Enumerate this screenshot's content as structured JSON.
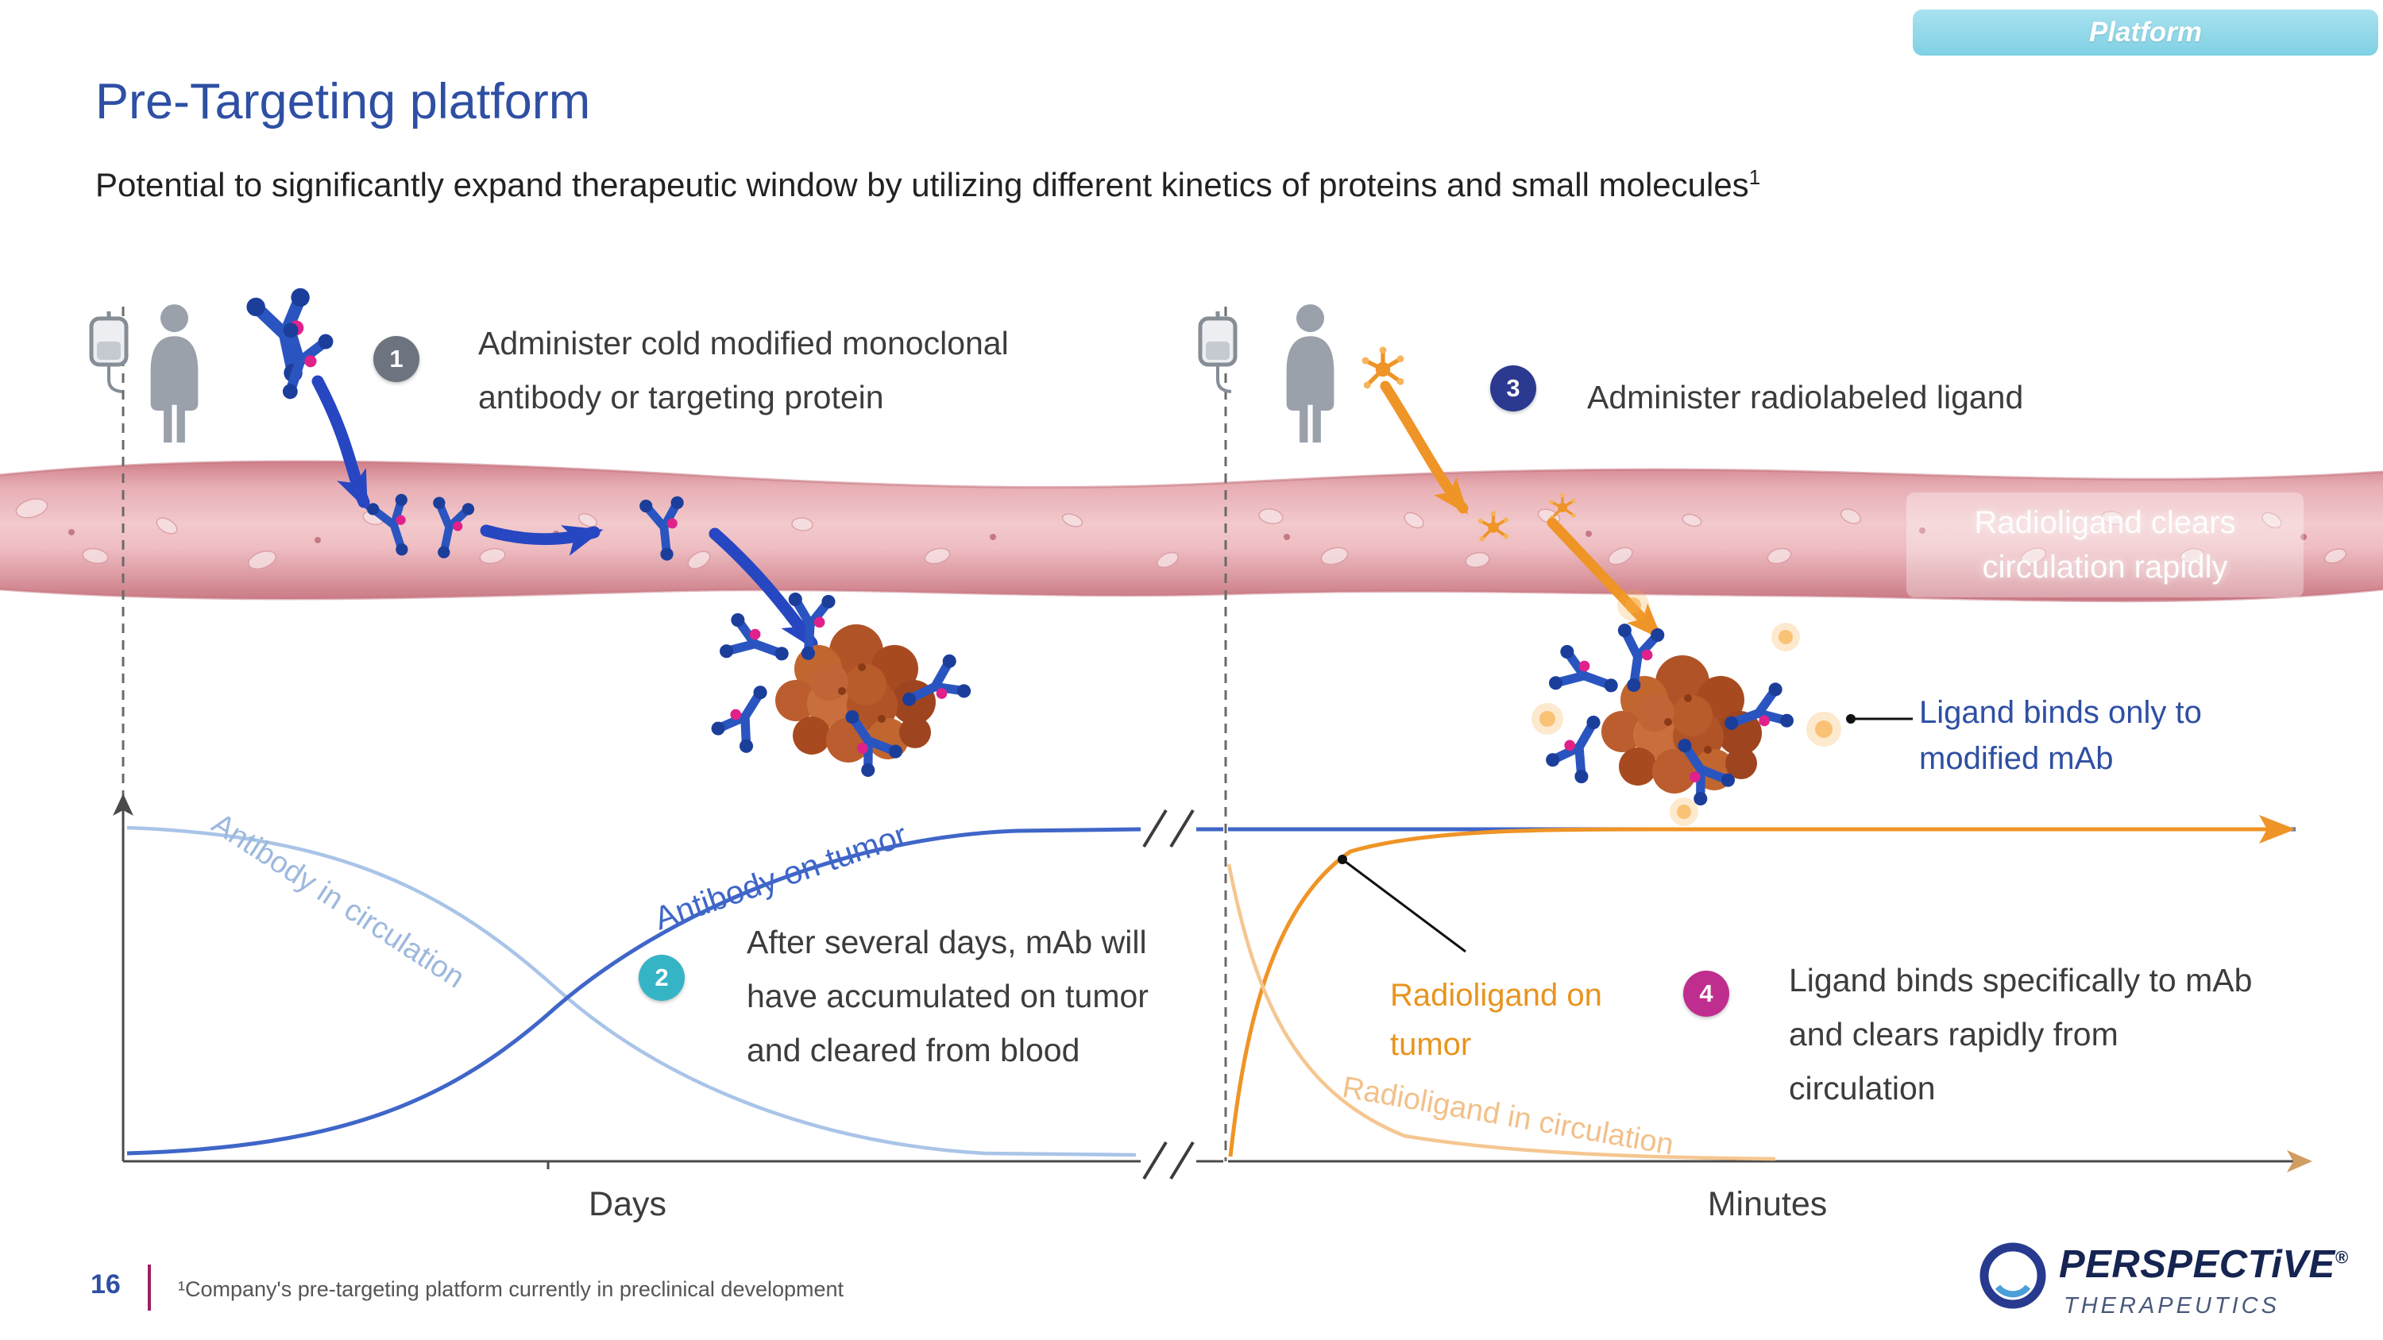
{
  "badge": {
    "label": "Platform"
  },
  "header": {
    "title": "Pre-Targeting platform",
    "subtitle": "Potential to significantly expand therapeutic window by utilizing different kinetics of proteins and small molecules",
    "subtitle_sup": "1"
  },
  "steps": {
    "s1": {
      "num": "1",
      "text": "Administer cold modified monoclonal\nantibody or targeting protein",
      "color": "#6d7480"
    },
    "s2": {
      "num": "2",
      "text": "After several days, mAb will\nhave accumulated on tumor\nand cleared from blood",
      "color": "#35b4c6"
    },
    "s3": {
      "num": "3",
      "text": "Administer radiolabeled ligand",
      "color": "#2b3990"
    },
    "s4": {
      "num": "4",
      "text": "Ligand binds specifically to mAb\nand clears rapidly from\ncirculation",
      "color": "#bf2e8e"
    }
  },
  "annotations": {
    "radioligand_clears": "Radioligand clears\ncirculation rapidly",
    "ligand_binds": "Ligand binds only to\nmodified mAb"
  },
  "charts": {
    "left": {
      "xlabel": "Days",
      "curve_circulation": "Antibody in circulation",
      "curve_tumor": "Antibody on tumor",
      "circulation_color": "#9db8de",
      "tumor_color": "#3f66c8"
    },
    "right": {
      "xlabel": "Minutes",
      "curve_circulation": "Radioligand in circulation",
      "curve_tumor": "Radioligand on\ntumor",
      "circulation_color": "#f2c08a",
      "tumor_color": "#ef9426"
    }
  },
  "footer": {
    "page": "16",
    "footnote": "¹Company's pre-targeting platform currently in preclinical development",
    "logo_name": "PERSPECTiVE",
    "logo_reg": "®",
    "logo_sub": "THERAPEUTICS"
  }
}
